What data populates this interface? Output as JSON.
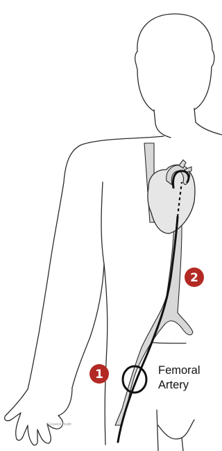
{
  "markers": [
    {
      "number": "1",
      "color": "#b32a24"
    },
    {
      "number": "2",
      "color": "#b32a24"
    }
  ],
  "label": {
    "line1": "Femoral",
    "line2": "Artery"
  },
  "credit": "© Fewest Heath",
  "colors": {
    "outline": "#2a2a2a",
    "vessel_fill": "#d8d8d8",
    "marker": "#b32a24"
  }
}
